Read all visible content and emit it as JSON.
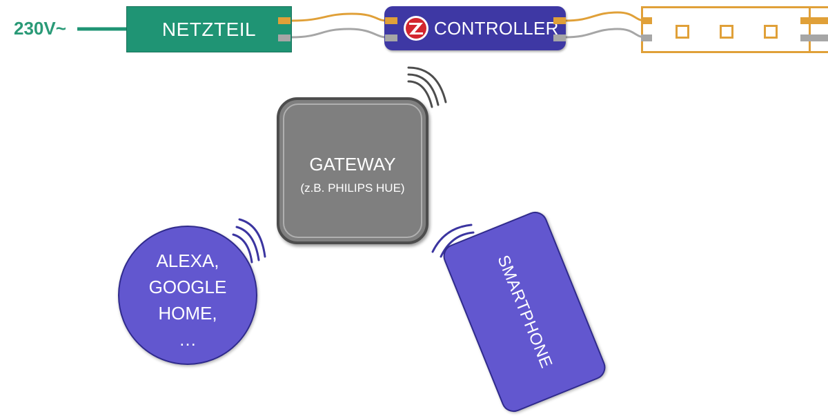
{
  "power_input": {
    "label": "230V~"
  },
  "power_supply": {
    "label": "NETZTEIL"
  },
  "controller": {
    "label": "CONTROLLER",
    "logo": "zigbee-z-logo"
  },
  "led_strip": {
    "led_count": 3
  },
  "gateway": {
    "title": "GATEWAY",
    "subtitle": "(z.B. PHILIPS HUE)"
  },
  "voice_assistant": {
    "lines": [
      "ALEXA,",
      "GOOGLE",
      "HOME,",
      "…"
    ]
  },
  "smartphone": {
    "label": "SMARTPHONE"
  },
  "colors": {
    "power_green": "#1f9474",
    "controller_blue": "#3e38a4",
    "device_purple": "#6257cf",
    "gateway_gray": "#7f7f7f",
    "wire_orange": "#e0a038",
    "wire_gray": "#a6a6a6"
  }
}
